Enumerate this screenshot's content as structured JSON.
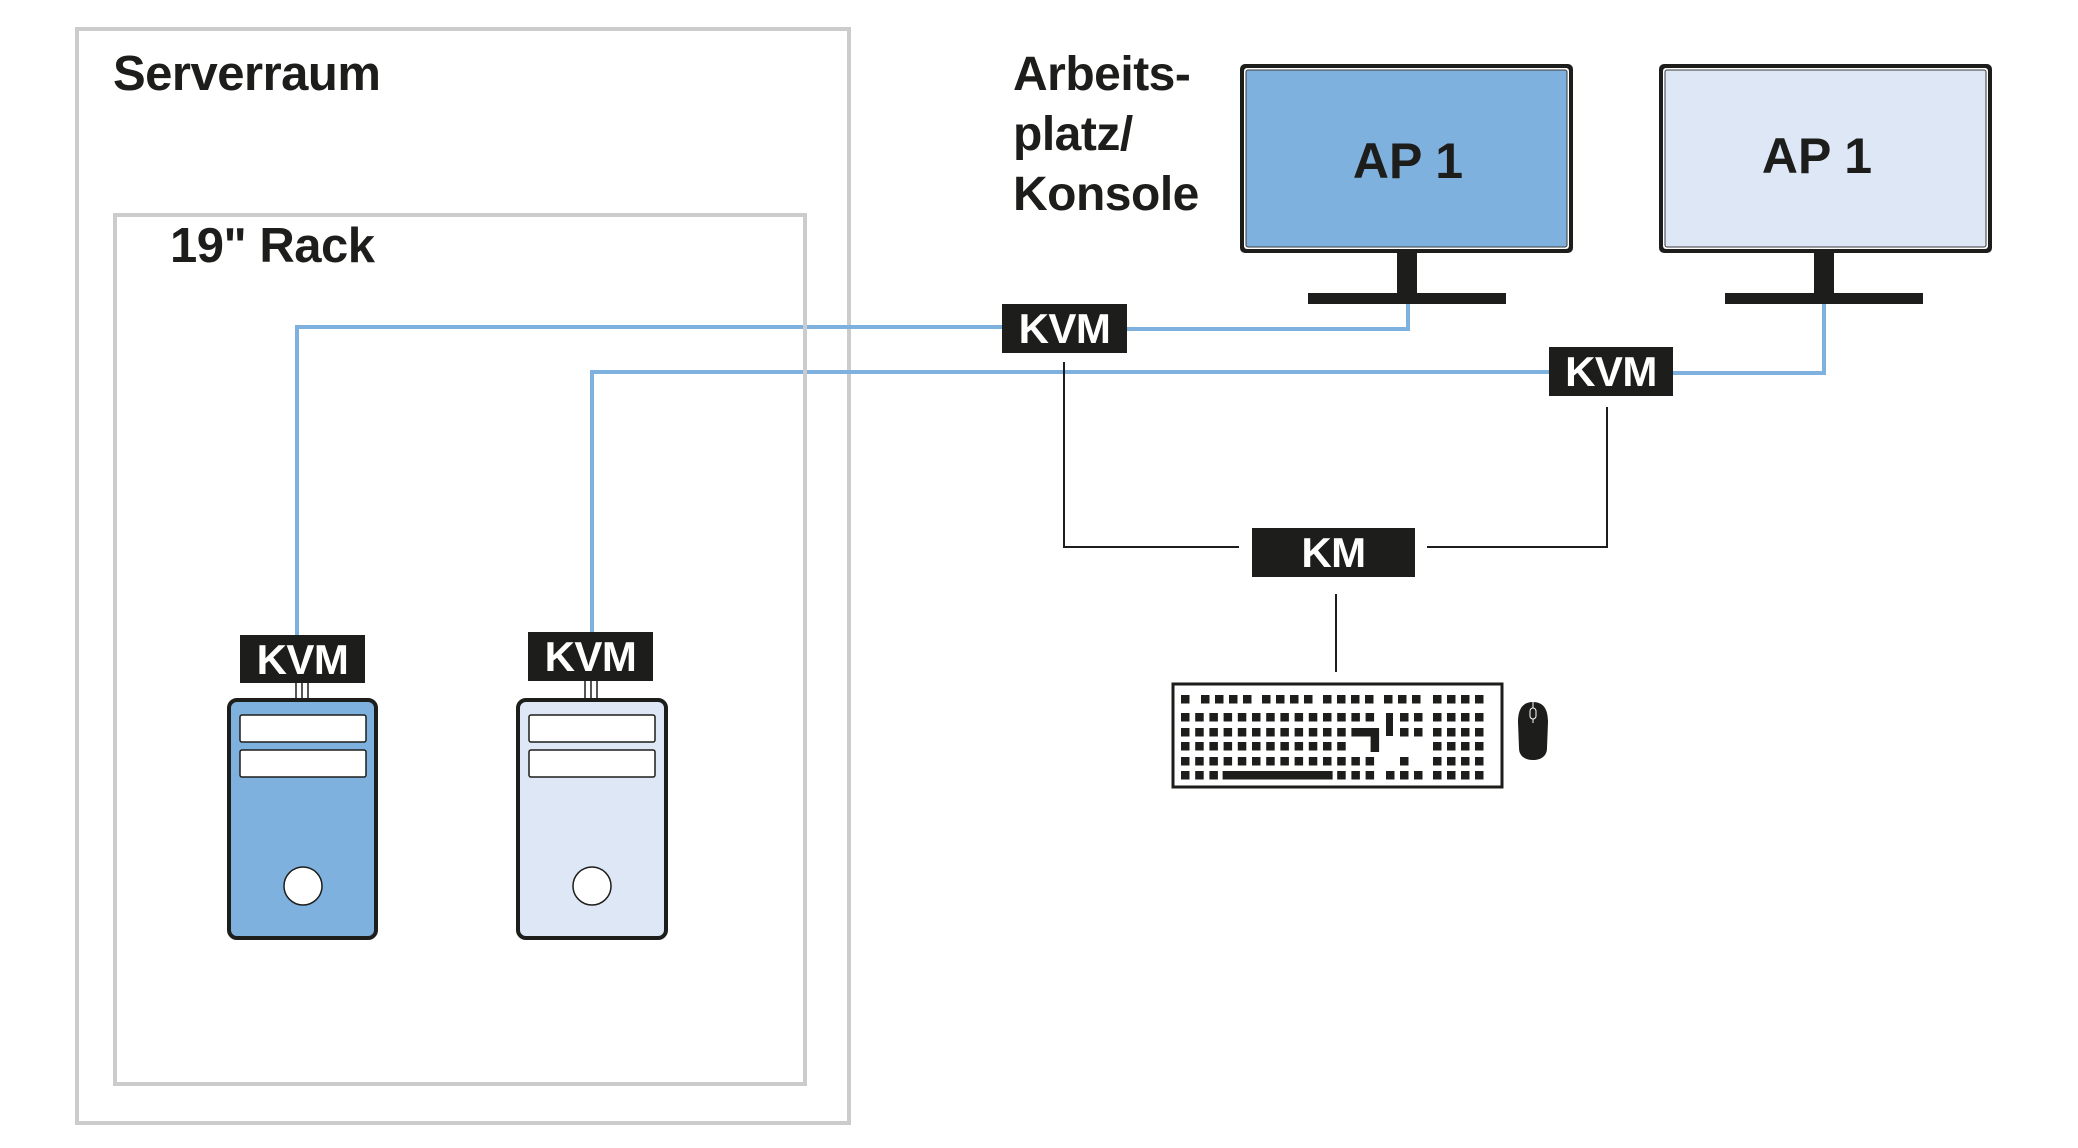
{
  "colors": {
    "ink": "#1d1d1b",
    "zone_border": "#cccccc",
    "cable_kvm": "#7fb1df",
    "cable_km": "#1d1d1b",
    "fill_primary": "#7fb1df",
    "fill_secondary": "#dde7f6",
    "tag_bg": "#1d1d1b",
    "tag_text": "#ffffff"
  },
  "zones": {
    "server_room": {
      "label": "Serverraum"
    },
    "rack": {
      "label": "19\" Rack"
    }
  },
  "workstation": {
    "label_lines": [
      "Arbeits-",
      "platz/",
      "Konsole"
    ]
  },
  "monitors": [
    {
      "label": "AP 1",
      "fill": "primary"
    },
    {
      "label": "AP 1",
      "fill": "secondary"
    }
  ],
  "servers": [
    {
      "fill": "primary",
      "tag": "KVM"
    },
    {
      "fill": "secondary",
      "tag": "KVM"
    }
  ],
  "extenders": {
    "console_kvm_1": "KVM",
    "console_kvm_2": "KVM",
    "km_switch": "KM"
  },
  "peripherals": {
    "keyboard": "keyboard-icon",
    "mouse": "mouse-icon"
  }
}
